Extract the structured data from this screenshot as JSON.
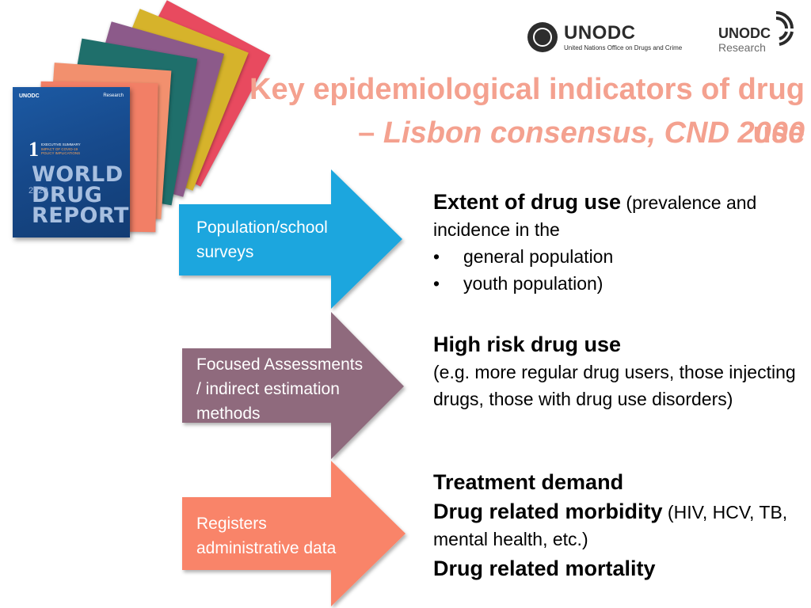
{
  "title": {
    "main": "Key epidemiological indicators of drug use",
    "dash": "– ",
    "subtitle": "Lisbon consensus, CND 2000"
  },
  "logos": {
    "unodc": "UNODC",
    "unodc_sub": "United Nations Office on Drugs and Crime",
    "research_top": "UNODC",
    "research_bottom": "Research"
  },
  "report_cover": {
    "volume": "1",
    "exec_line1": "EXECUTIVE SUMMARY",
    "exec_line2": "IMPACT OF COVID-19",
    "exec_line3": "POLICY IMPLICATIONS",
    "year": "2020",
    "title_line1": "WORLD",
    "title_line2": "DRUG",
    "title_line3": "REPORT",
    "stack_colors": [
      "#e84a5f",
      "#d6b32b",
      "#8c5a8a",
      "#1f6f6b",
      "#f2906e",
      "#f27f66"
    ]
  },
  "arrows": [
    {
      "label_line1": "Population/school",
      "label_line2": "surveys",
      "label_line3": "",
      "color": "#1aa6de"
    },
    {
      "label_line1": "Focused Assessments",
      "label_line2": "/ indirect estimation",
      "label_line3": "methods",
      "color": "#8f6b7d"
    },
    {
      "label_line1": "Registers",
      "label_line2": "administrative data",
      "label_line3": "",
      "color": "#f98469"
    }
  ],
  "blocks": {
    "extent": {
      "heading": "Extent of drug use",
      "rest": " (prevalence and incidence in the",
      "bullet_char": "•",
      "bullet1": "general population",
      "bullet2": "youth population)"
    },
    "highrisk": {
      "heading": "High risk drug use",
      "body": "(e.g. more regular drug users, those injecting drugs, those with drug use disorders)"
    },
    "treatment": {
      "heading1": "Treatment demand",
      "heading2": "Drug related morbidity",
      "rest2": " (HIV, HCV, TB, mental health,  etc.)",
      "heading3": "Drug related mortality"
    }
  }
}
